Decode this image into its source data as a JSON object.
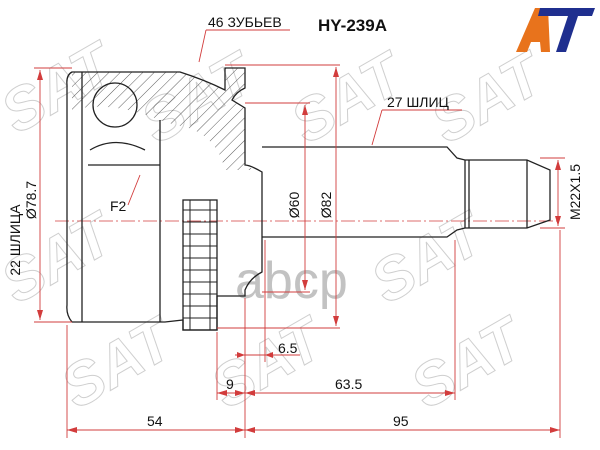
{
  "part_number": "HY-239A",
  "labels": {
    "teeth": "46 ЗУБЬЕВ",
    "outer_splines": "27 ШЛИЦ",
    "inner_splines": "22 ШЛИЦА",
    "housing_diameter": "Ø78.7",
    "abs_diameter": "Ø82",
    "neck_diameter": "Ø60",
    "thread": "M22X1.5",
    "f2": "F2",
    "dim_6_5": "6.5",
    "dim_9": "9",
    "dim_63_5": "63.5",
    "dim_54": "54",
    "dim_95": "95"
  },
  "logo": {
    "text": "AT",
    "colors": {
      "a": "#e8731c",
      "t": "#1f2f8f"
    }
  },
  "watermarks": {
    "brand": "SAT",
    "site": "abcp"
  },
  "colors": {
    "dimension": "#d23c3c",
    "outline": "#222222"
  }
}
